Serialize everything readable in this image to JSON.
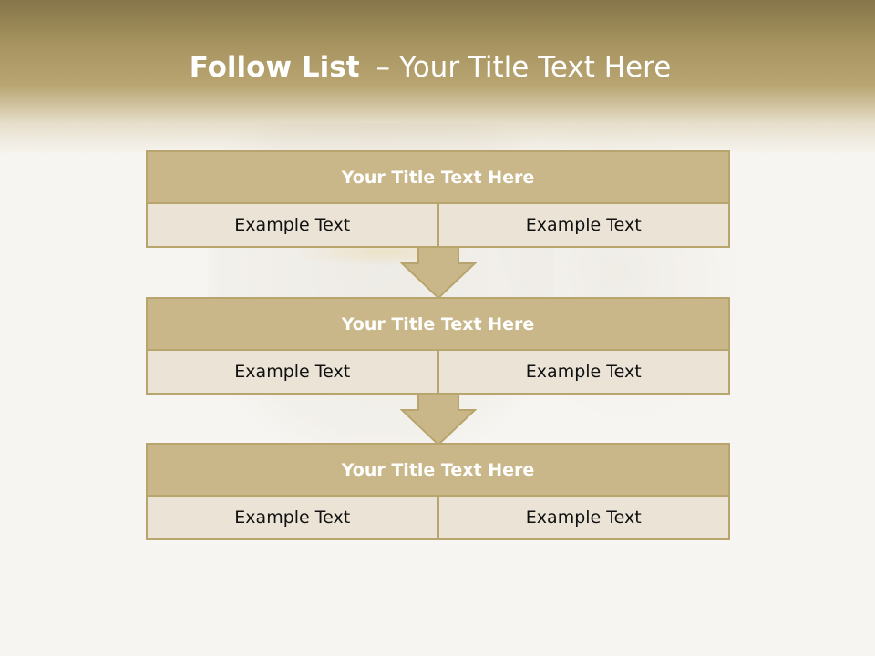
{
  "slide": {
    "title_bold": "Follow List",
    "title_rest": "– Your Title Text Here"
  },
  "blocks": [
    {
      "title": "Your Title Text Here",
      "left": "Example Text",
      "right": "Example Text"
    },
    {
      "title": "Your Title Text Here",
      "left": "Example Text",
      "right": "Example Text"
    },
    {
      "title": "Your Title Text Here",
      "left": "Example Text",
      "right": "Example Text"
    }
  ],
  "colors": {
    "header_band": "#b8a571",
    "block_title_fill": "#c9b78a",
    "cell_fill": "#ebe3d6",
    "border": "#b8a56e",
    "arrow_fill": "#c9b78a"
  }
}
